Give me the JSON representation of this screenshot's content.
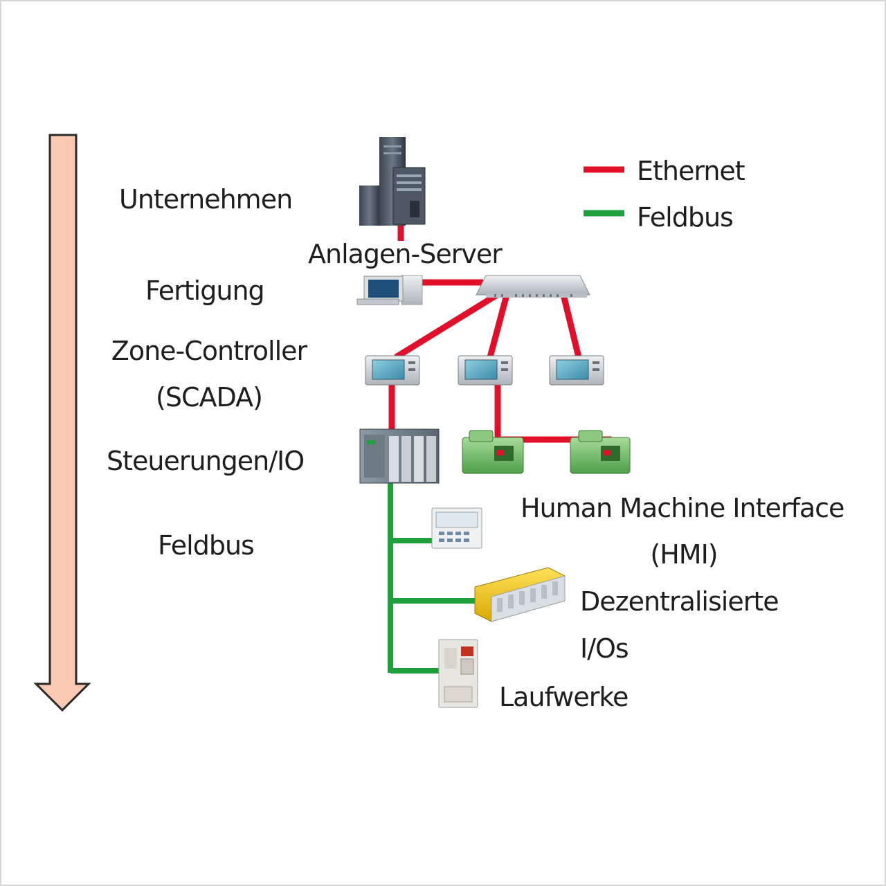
{
  "levels": {
    "unternehmen": "Unternehmen",
    "fertigung": "Fertigung",
    "zone_line1": "Zone-Controller",
    "zone_line2": "(SCADA)",
    "steuerungen": "Steuerungen/IO",
    "feldbus": "Feldbus"
  },
  "devices": {
    "server": "Anlagen-Server",
    "hmi_line1": "Human Machine Interface",
    "hmi_line2": "(HMI)",
    "dezentral_line1": "Dezentralisierte",
    "dezentral_line2": "I/Os",
    "laufwerke": "Laufwerke"
  },
  "legend": {
    "ethernet": "Ethernet",
    "feldbus": "Feldbus"
  },
  "colors": {
    "ethernet": "#e0102a",
    "feldbus": "#1fa03c",
    "arrow_fill": "#fbc8b2",
    "arrow_stroke": "#2a2a2a"
  }
}
